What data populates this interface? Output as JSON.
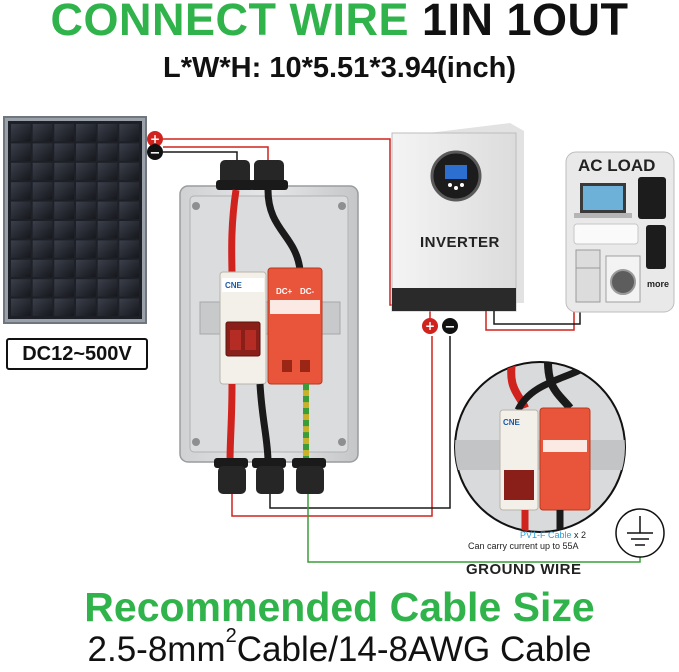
{
  "header": {
    "title_part1": "CONNECT WIRE",
    "title_part2": "1IN 1OUT",
    "dimensions": "L*W*H: 10*5.51*3.94(inch)"
  },
  "solar_panel": {
    "voltage_range": "DC12~500V"
  },
  "inverter": {
    "label": "INVERTER"
  },
  "ac_load": {
    "label": "AC LOAD",
    "more": "more"
  },
  "terminals": {
    "positive": "+",
    "negative": "−"
  },
  "detail": {
    "cable_name": "PV1-F Cable",
    "cable_qty": " x 2",
    "current_note": "Can carry current up to 55A",
    "ground_label": "GROUND WIRE"
  },
  "footer": {
    "heading": "Recommended Cable Size",
    "spec_part1": "2.5-8mm",
    "spec_sup": "2",
    "spec_part2": "Cable/14-8AWG Cable"
  },
  "colors": {
    "title_green": "#2fb34a",
    "wire_red": "#d0231e",
    "wire_black": "#1a1a1a",
    "ground_wire": "#3a9d3a",
    "spd_orange": "#e8553a"
  }
}
